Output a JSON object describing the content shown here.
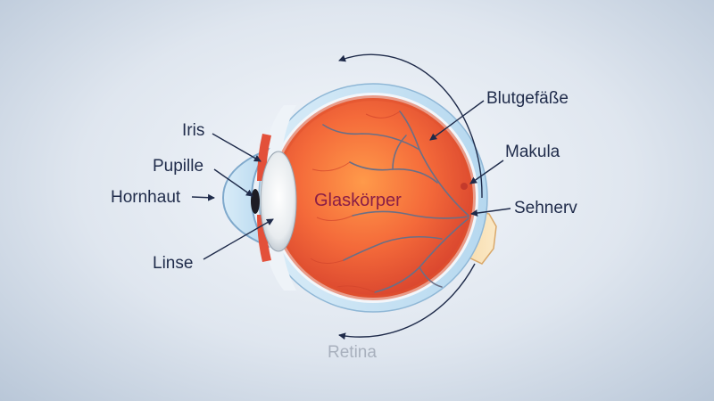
{
  "labels": {
    "iris": "Iris",
    "pupille": "Pupille",
    "hornhaut": "Hornhaut",
    "linse": "Linse",
    "glaskoerper": "Glaskörper",
    "blutgefaesse": "Blutgefäße",
    "makula": "Makula",
    "sehnerv": "Sehnerv",
    "retina": "Retina"
  },
  "colors": {
    "label_text": "#1f2b4a",
    "inner_label": "#8a1e46",
    "retina_label": "#a8b0bd",
    "eyeball": "#f36a3a",
    "sclera": "#a9d3ee",
    "blood_vessel": "#6a6f86"
  }
}
